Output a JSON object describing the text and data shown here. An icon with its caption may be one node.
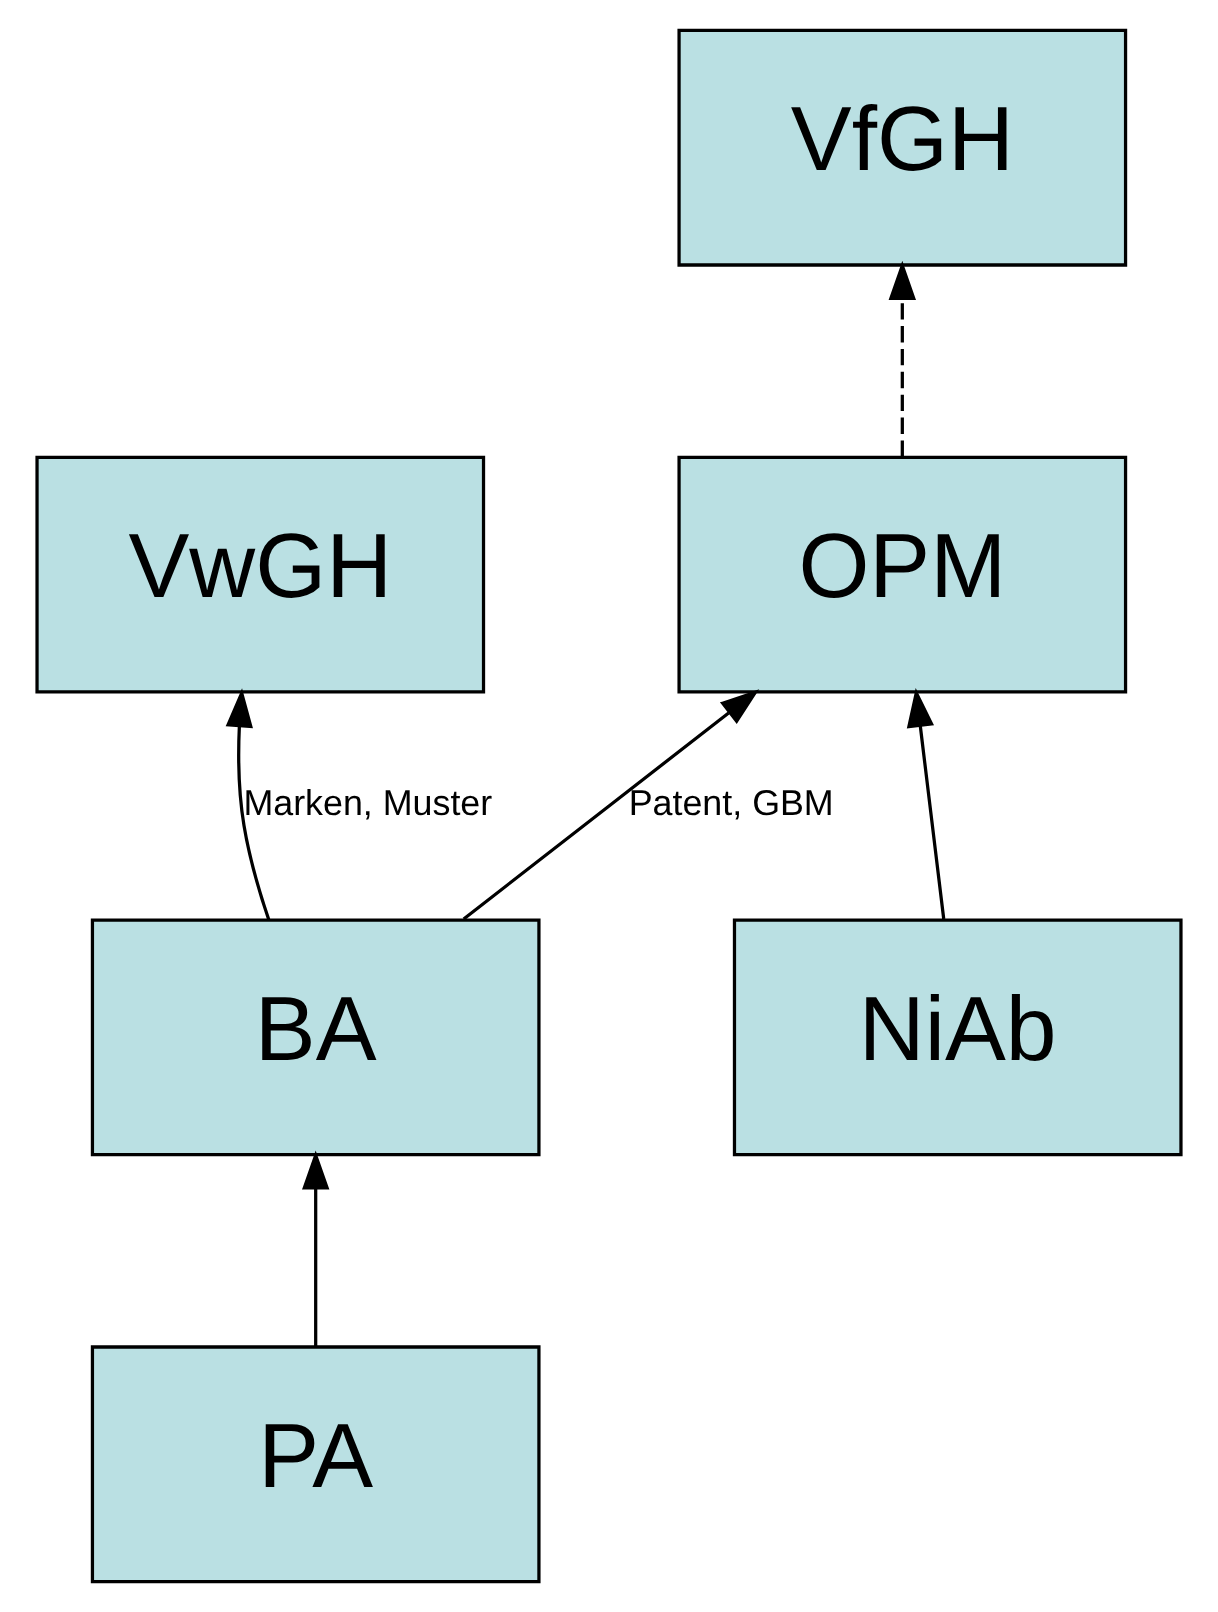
{
  "diagram": {
    "nodes": [
      {
        "text": [
          "VfGH"
        ]
      },
      {
        "text": [
          "OPM"
        ]
      },
      {
        "text": [
          "VwGH"
        ]
      },
      {
        "text": [
          "BA"
        ]
      },
      {
        "text": [
          "NiAb"
        ]
      },
      {
        "text": [
          "PA"
        ]
      }
    ],
    "edges": [
      {
        "from": 1,
        "to": 0,
        "arrow": "to",
        "style": "dashed"
      },
      {
        "from": 3,
        "to": 1,
        "arrow": "to",
        "label": "Patent, GBM"
      },
      {
        "from": 3,
        "to": 2,
        "arrow": "to",
        "label": "Marken, Muster"
      },
      {
        "from": 4,
        "to": 1,
        "arrow": "to"
      },
      {
        "from": 5,
        "to": 3,
        "arrow": "to"
      }
    ]
  }
}
